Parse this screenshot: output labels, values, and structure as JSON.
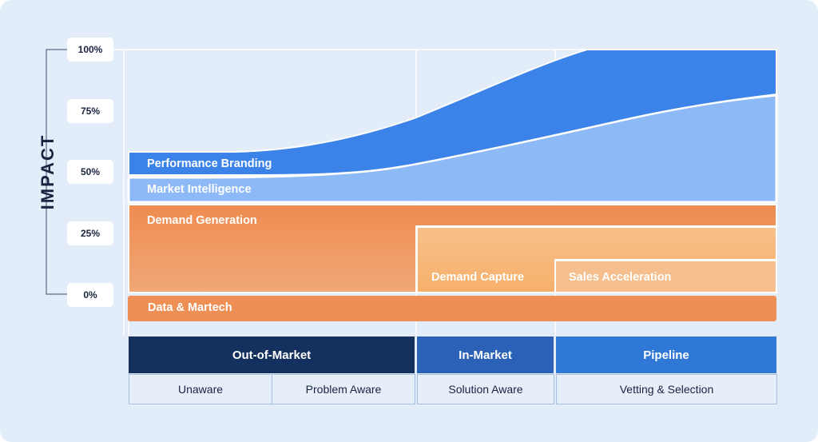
{
  "axis": {
    "title": "IMPACT",
    "ticks": [
      "100%",
      "75%",
      "50%",
      "25%",
      "0%"
    ]
  },
  "bands": {
    "performance_branding": "Performance Branding",
    "market_intelligence": "Market Intelligence",
    "demand_generation": "Demand Generation",
    "demand_capture": "Demand Capture",
    "sales_acceleration": "Sales Acceleration",
    "data_martech": "Data & Martech"
  },
  "stages": [
    {
      "label": "Out-of-Market",
      "color": "#14305e"
    },
    {
      "label": "In-Market",
      "color": "#2b62b7"
    },
    {
      "label": "Pipeline",
      "color": "#3078d5"
    }
  ],
  "sub_stages": [
    "Unaware",
    "Problem Aware",
    "Solution Aware",
    "Vetting & Selection"
  ],
  "colors": {
    "background": "#e3ecf9",
    "dark_blue": "#3b83e8",
    "light_blue": "#8dbaf7",
    "orange": "#ee8f55",
    "light_orange": "#f6b776",
    "navy": "#14305e"
  }
}
